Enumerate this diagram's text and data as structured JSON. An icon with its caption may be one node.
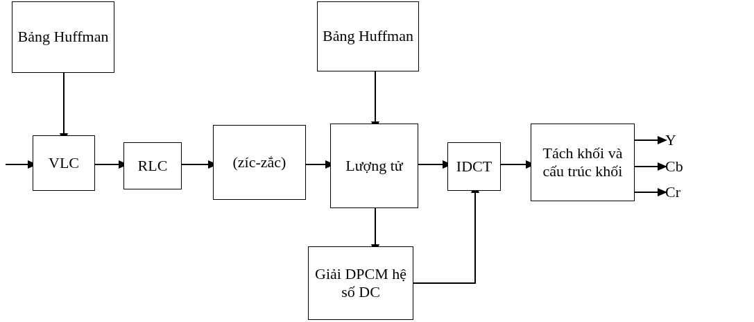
{
  "diagram": {
    "nodes": [
      {
        "text": [
          "Bảng Huffman"
        ]
      },
      {
        "text": [
          "Bảng Huffman"
        ]
      },
      {
        "text": [
          "VLC"
        ]
      },
      {
        "text": [
          "RLC"
        ]
      },
      {
        "text": [
          "(zíc-zắc)"
        ]
      },
      {
        "text": [
          "Lượng tử"
        ]
      },
      {
        "text": [
          "IDCT"
        ]
      },
      {
        "text": [
          "Tách khối và cấu trúc khối"
        ]
      },
      {
        "text": [
          "Giải DPCM hệ số DC"
        ]
      },
      {
        "text": [
          "Y"
        ]
      },
      {
        "text": [
          "Cb"
        ]
      },
      {
        "text": [
          "Cr"
        ]
      }
    ],
    "edges": [
      {
        "from": null,
        "to": 2,
        "arrow": "to"
      },
      {
        "from": 0,
        "to": 2,
        "arrow": "to"
      },
      {
        "from": 2,
        "to": 3,
        "arrow": "to"
      },
      {
        "from": 3,
        "to": 4,
        "arrow": "to"
      },
      {
        "from": 4,
        "to": 5,
        "arrow": "to"
      },
      {
        "from": 1,
        "to": 5,
        "arrow": "to"
      },
      {
        "from": 5,
        "to": 6,
        "arrow": "to"
      },
      {
        "from": 5,
        "to": 8,
        "arrow": "to"
      },
      {
        "from": 8,
        "to": 6,
        "arrow": "to"
      },
      {
        "from": 6,
        "to": 7,
        "arrow": "to"
      },
      {
        "from": 7,
        "to": 9,
        "arrow": "to"
      },
      {
        "from": 7,
        "to": 10,
        "arrow": "to"
      },
      {
        "from": 7,
        "to": 11,
        "arrow": "to"
      }
    ]
  }
}
